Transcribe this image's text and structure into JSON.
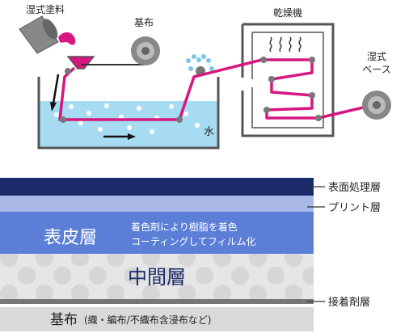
{
  "process": {
    "wet_coating_label": "湿式塗料",
    "base_fabric_label": "基布",
    "dryer_label": "乾燥機",
    "wet_base_label": "湿式\nベース",
    "water_label": "水"
  },
  "layers": {
    "surface_treatment": "表面処理層",
    "print": "プリント層",
    "skin_title": "表皮層",
    "skin_desc_line1": "着色剤により樹脂を着色",
    "skin_desc_line2": "コーティングしてフィルム化",
    "middle": "中間層",
    "adhesive": "接着剤層",
    "base_title": "基布",
    "base_note": "(織・編布/不織布含浸布など)"
  },
  "colors": {
    "magenta": "#d6177f",
    "navy": "#1b2a6b",
    "blue": "#5b7fd6",
    "light_blue": "#aab8e8",
    "water": "#a7dbf2",
    "gray": "#777777",
    "light_gray": "#d9d9d9"
  }
}
